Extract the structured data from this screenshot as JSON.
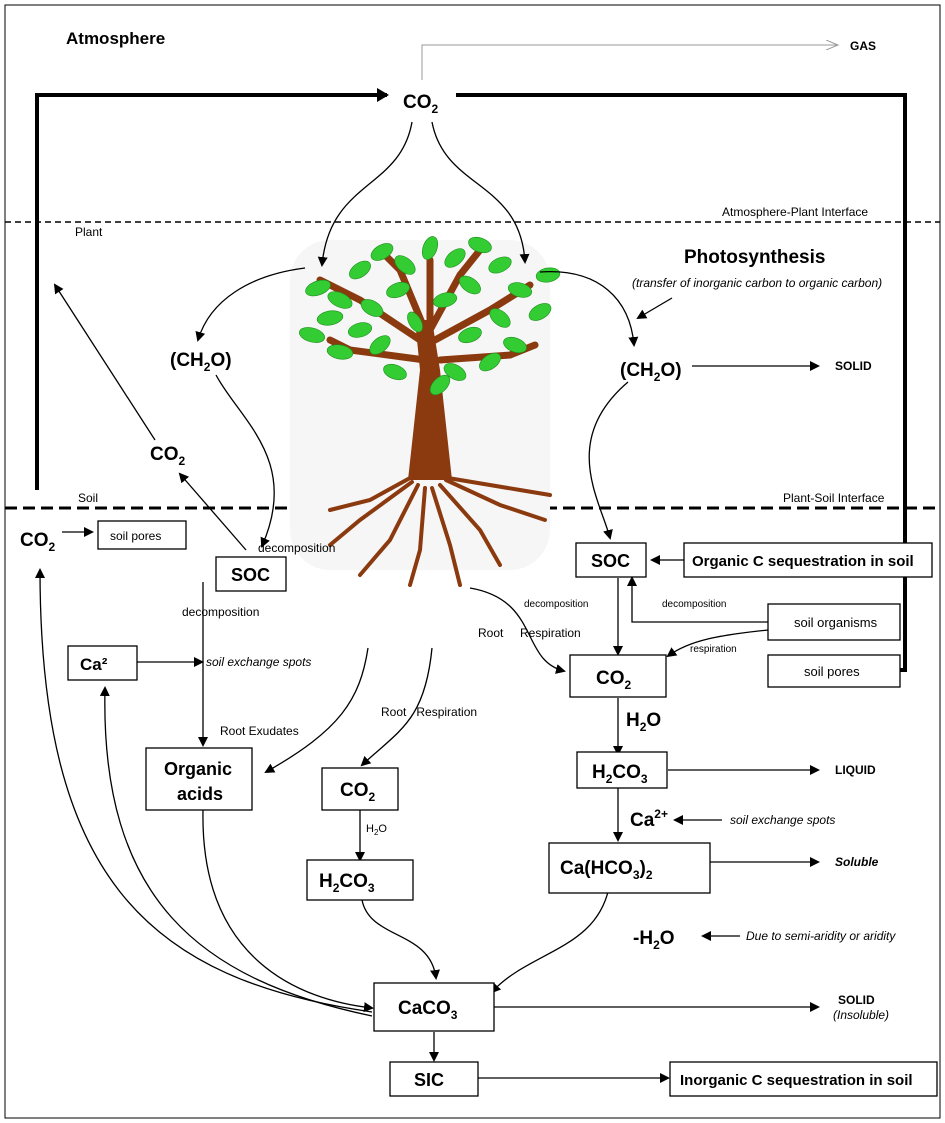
{
  "zones": {
    "atmosphere": "Atmosphere",
    "plant": "Plant",
    "soil": "Soil",
    "atmosphere_plant_interface": "Atmosphere-Plant Interface",
    "plant_soil_interface": "Plant-Soil Interface"
  },
  "phases": {
    "gas": "GAS",
    "solid_top": "SOLID",
    "liquid": "LIQUID",
    "soluble": "Soluble",
    "solid_bottom": "SOLID",
    "insoluble": "(Insoluble)"
  },
  "photosynthesis": {
    "title": "Photosynthesis",
    "note": "(transfer of inorganic carbon to organic carbon)"
  },
  "nodes": {
    "co2_top": {
      "main": "CO",
      "sub": "2"
    },
    "ch2o_left": {
      "a": "(CH",
      "sub": "2",
      "b": "O)"
    },
    "ch2o_right": {
      "a": "(CH",
      "sub": "2",
      "b": "O)"
    },
    "co2_left_mid": {
      "main": "CO",
      "sub": "2"
    },
    "co2_far_left": {
      "main": "CO",
      "sub": "2"
    },
    "soil_pores_left": "soil pores",
    "soc_left": "SOC",
    "soc_right": "SOC",
    "organic_c_sequestration": "Organic C sequestration in soil",
    "ca2_left": "Ca²",
    "organic_acids_line1": "Organic",
    "organic_acids_line2": "acids",
    "soil_organisms": "soil organisms",
    "soil_pores_right": "soil pores",
    "co2_right": {
      "main": "CO",
      "sub": "2"
    },
    "h2o_right": {
      "main": "H",
      "sub": "2",
      "tail": "O"
    },
    "h2co3_right": {
      "a": "H",
      "sub": "2",
      "b": "CO",
      "sub2": "3"
    },
    "ca2plus_right": {
      "main": "Ca",
      "sup": "2+"
    },
    "cahco3": {
      "a": "Ca(HCO",
      "sub": "3",
      "b": ")",
      "sub2": "2"
    },
    "co2_center": {
      "main": "CO",
      "sub": "2"
    },
    "h2o_center": {
      "main": "H",
      "sub": "2",
      "tail": "O"
    },
    "h2co3_center": {
      "a": "H",
      "sub": "2",
      "b": "CO",
      "sub2": "3"
    },
    "minus_h2o": {
      "a": "-H",
      "sub": "2",
      "b": "O"
    },
    "caco3": {
      "a": "CaCO",
      "sub": "3"
    },
    "sic": "SIC",
    "inorganic_c_sequestration": "Inorganic C sequestration in soil"
  },
  "labels": {
    "decomposition_a": "decomposition",
    "decomposition_b": "decomposition",
    "decomposition_c": "decomposition",
    "decomposition_d": "decomposition",
    "respiration": "respiration",
    "root_respiration_right": "Root     Respiration",
    "root_respiration_center": "Root   Respiration",
    "root_exudates": "Root Exudates",
    "soil_exchange_spots_left": "soil exchange spots",
    "soil_exchange_spots_right": "soil exchange spots",
    "aridity": "Due to semi-aridity or aridity"
  },
  "colors": {
    "leaf": "#33cc33",
    "trunk": "#8b3a0f",
    "line": "#000000",
    "gas_arrow": "#999999"
  }
}
